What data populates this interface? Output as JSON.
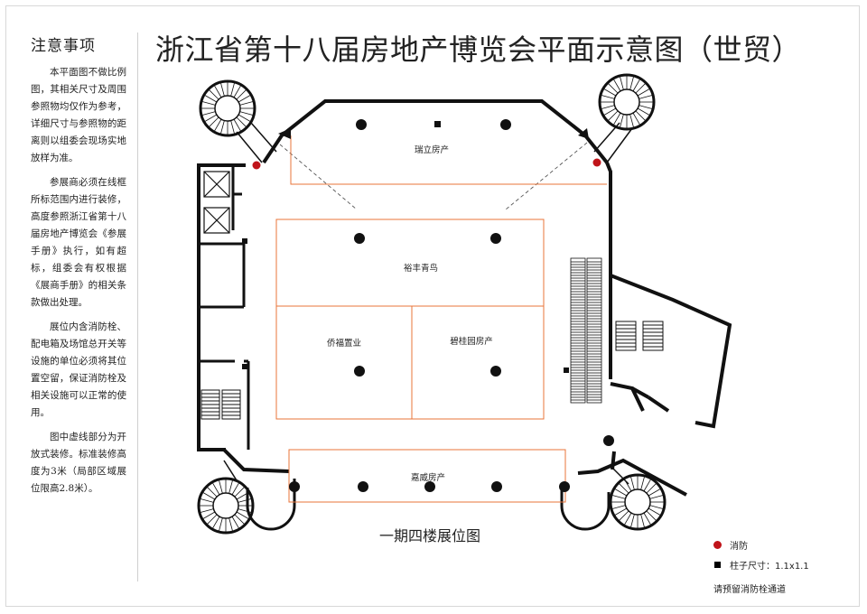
{
  "title": "浙江省第十八届房地产博览会平面示意图（世贸）",
  "notes": {
    "heading": "注意事项",
    "paragraphs": [
      "本平面图不做比例图，其相关尺寸及周围参照物均仅作为参考，详细尺寸与参照物的距离则以组委会现场实地放样为准。",
      "参展商必须在线框所标范围内进行装修，高度参照浙江省第十八届房地产博览会《参展手册》执行，如有超标，组委会有权根据《展商手册》的相关条款做出处理。",
      "展位内含消防栓、配电箱及场馆总开关等设施的单位必须将其位置空留，保证消防栓及相关设施可以正常的使用。",
      "图中虚线部分为开放式装修。标准装修高度为3米（局部区域展位限高2.8米）。"
    ]
  },
  "floor_label": "一期四楼展位图",
  "booths": {
    "ruili": "瑞立房产",
    "yufeng": "裕丰青鸟",
    "qiaofu": "侨福置业",
    "biguiyuan": "碧桂园房产",
    "jiawei": "嘉威房产"
  },
  "legend": {
    "fire": "消防",
    "column": "柱子尺寸：1.1x1.1",
    "note": "请预留消防栓通道"
  },
  "colors": {
    "fire_red": "#c0141a",
    "booth_outline": "#e8743a",
    "wall": "#111111"
  },
  "icons": [
    "fire-hydrant-icon",
    "column-icon",
    "elevator-icon",
    "staircase-icon",
    "escalator-icon"
  ]
}
